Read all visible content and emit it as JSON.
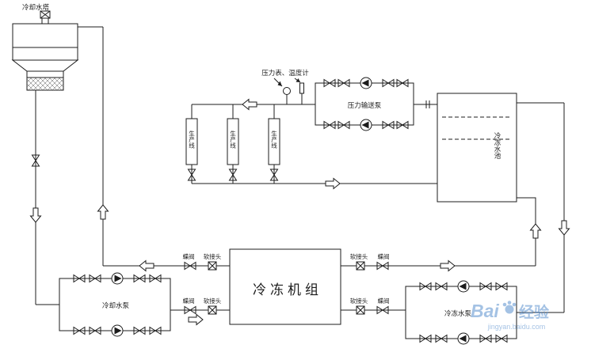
{
  "components": {
    "cooling_tower": {
      "label": "冷却水塔"
    },
    "instruments": {
      "label": "压力表、温度计"
    },
    "pressure_delivery_pump": {
      "label": "压力输送泵"
    },
    "production_line": {
      "label": "生产线"
    },
    "chilled_water_tank": {
      "label": "冷冻水池"
    },
    "chiller_unit": {
      "label": "冷冻机组"
    },
    "cooling_water_pump": {
      "label": "冷却水泵"
    },
    "chilled_water_pump": {
      "label": "冷冻水泵"
    }
  },
  "valve_labels": {
    "butterfly_valve": "蝶阀",
    "soft_joint": "软接头"
  },
  "watermark": {
    "brand_latin": "Bai",
    "brand_cn": "经验",
    "url": "jingyan.baidu.com"
  },
  "colors": {
    "line": "#1c1c1c",
    "background": "#ffffff",
    "watermark": "#5a8fce"
  }
}
